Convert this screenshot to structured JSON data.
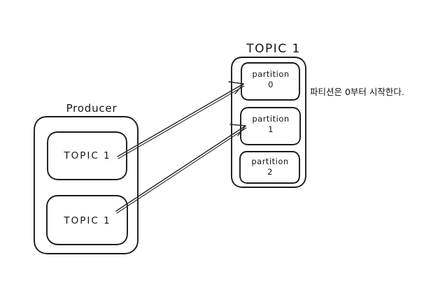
{
  "diagram": {
    "title_producer": "Producer",
    "title_topic": "TOPIC 1",
    "producer": {
      "label": "Producer",
      "topics": [
        {
          "label": "TOPIC 1"
        },
        {
          "label": "TOPIC 1"
        }
      ]
    },
    "broker": {
      "label": "TOPIC 1",
      "partitions": [
        {
          "name": "partition",
          "index": "0"
        },
        {
          "name": "partition",
          "index": "1"
        },
        {
          "name": "partition",
          "index": "2"
        }
      ]
    },
    "annotation": {
      "text": "파티션은 0부터 시작한다."
    },
    "arrows": [
      {
        "from": "producer-topic-1",
        "to": "partition-0"
      },
      {
        "from": "producer-topic-2",
        "to": "partition-1"
      }
    ],
    "colors": {
      "background": "#ffffff",
      "stroke": "#1a1a1a",
      "text": "#111111"
    }
  }
}
